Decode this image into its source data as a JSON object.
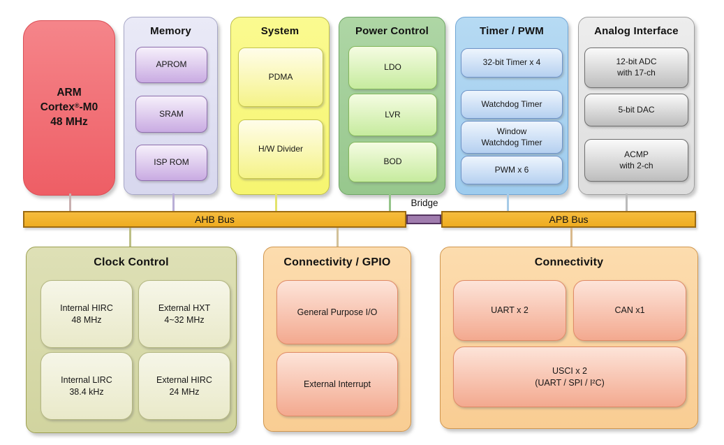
{
  "cpu": {
    "line1": "ARM",
    "line2_name": "Cortex",
    "line2_reg": "®",
    "line2_suffix": "-M0",
    "line3": "48 MHz"
  },
  "groups": {
    "memory": {
      "title": "Memory",
      "items": [
        "APROM",
        "SRAM",
        "ISP ROM"
      ]
    },
    "system": {
      "title": "System",
      "items": [
        "PDMA",
        "H/W Divider"
      ]
    },
    "power": {
      "title": "Power Control",
      "items": [
        "LDO",
        "LVR",
        "BOD"
      ]
    },
    "timer": {
      "title": "Timer / PWM",
      "items": [
        "32-bit Timer x 4",
        "Watchdog Timer",
        "Window\nWatchdog Timer",
        "PWM x 6"
      ]
    },
    "analog": {
      "title": "Analog Interface",
      "items": [
        "12-bit ADC\nwith 17-ch",
        "5-bit DAC",
        "ACMP\nwith 2-ch"
      ]
    },
    "clock": {
      "title": "Clock Control",
      "items": [
        "Internal HIRC\n48 MHz",
        "External HXT\n4~32 MHz",
        "Internal LIRC\n38.4 kHz",
        "External HIRC\n24 MHz"
      ]
    },
    "gpio": {
      "title": "Connectivity / GPIO",
      "items": [
        "General Purpose I/O",
        "External  Interrupt"
      ]
    },
    "connectivity": {
      "title": "Connectivity",
      "items": [
        "UART x 2",
        "CAN x1",
        "USCI x 2\n(UART / SPI / I²C)"
      ]
    }
  },
  "buses": {
    "ahb": "AHB Bus",
    "apb": "APB Bus",
    "bridge_label": "Bridge"
  },
  "palette": {
    "cpu_fill": "#ee5e65",
    "memory_fill": "#d7d7ee",
    "memory_item": "#c9abe2",
    "system_fill": "#f6f570",
    "power_fill": "#97c78d",
    "timer_fill": "#9eccee",
    "analog_fill": "#dddddd",
    "clock_fill": "#d1d49f",
    "peach_fill": "#f9cd93",
    "peach_item": "#f3a98f",
    "bus_fill": "#eeac20",
    "bus_border": "#9c6b12",
    "bridge_fill": "#a07cae",
    "text": "#1a1a1a"
  }
}
